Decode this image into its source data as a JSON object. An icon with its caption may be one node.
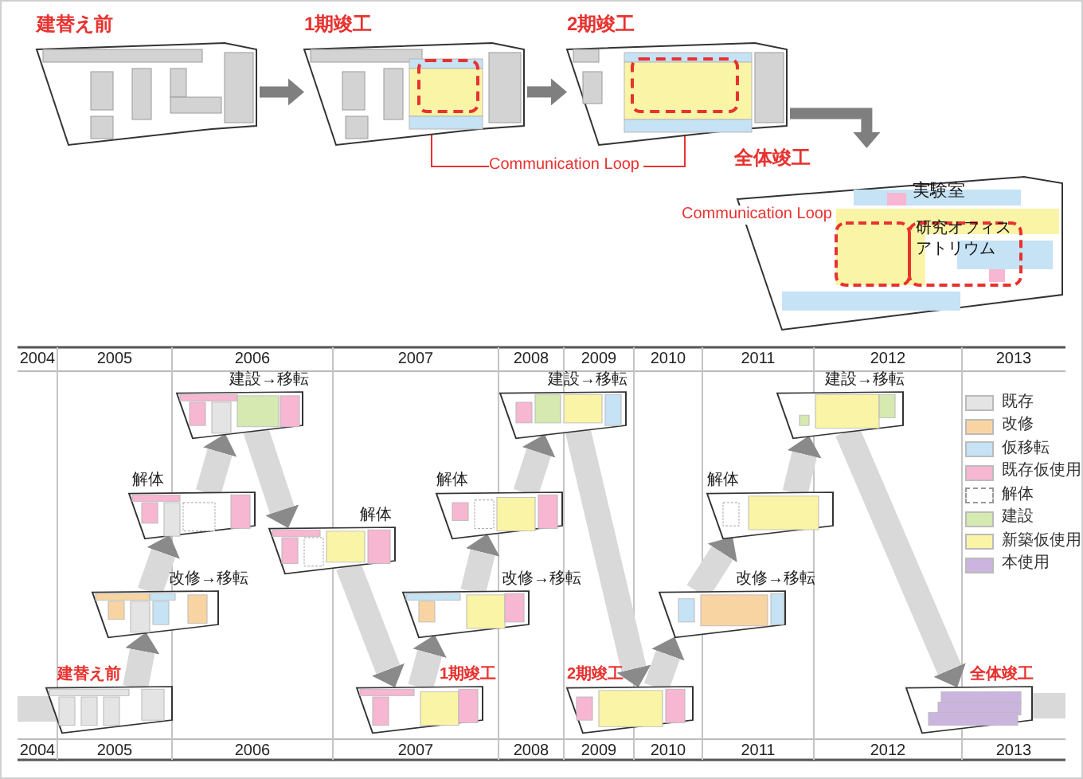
{
  "diagram": {
    "nodes": [
      {
        "text": [
          "建替え前"
        ]
      },
      {
        "text": [
          "1期竣工"
        ]
      },
      {
        "text": [],
        "shape": "box",
        "in": 1
      },
      {
        "text": [
          "2期竣工"
        ]
      },
      {
        "text": [],
        "shape": "box",
        "in": 3
      },
      {
        "text": [
          "Communication Loop"
        ]
      },
      {
        "text": [
          "全体竣工"
        ]
      },
      {
        "text": [
          "建設→移転"
        ]
      },
      {
        "text": [
          "解体"
        ]
      },
      {
        "text": [
          "改修→移転"
        ]
      },
      {
        "text": [
          "建替え前"
        ]
      },
      {
        "text": [
          "解体"
        ]
      },
      {
        "text": [
          "解体"
        ]
      },
      {
        "text": [
          "改修→移転"
        ]
      },
      {
        "text": [
          "1期竣工"
        ]
      },
      {
        "text": [
          "建設→移転"
        ]
      },
      {
        "text": [
          "2期竣工"
        ]
      },
      {
        "text": [
          "解体"
        ]
      },
      {
        "text": [
          "改修→移転"
        ]
      },
      {
        "text": [
          "建設→移転"
        ]
      },
      {
        "text": [
          "全体竣工"
        ]
      }
    ],
    "edges": [
      {
        "from": 0,
        "to": 1,
        "arrow": "to",
        "color": "#7f7f7f"
      },
      {
        "from": 1,
        "to": 3,
        "arrow": "to",
        "color": "#7f7f7f"
      },
      {
        "from": 3,
        "to": 6,
        "arrow": "to",
        "color": "#7f7f7f"
      },
      {
        "from": 5,
        "to": 2,
        "arrow": "none",
        "color": "#e8322f"
      },
      {
        "from": 5,
        "to": 4,
        "arrow": "none",
        "color": "#e8322f"
      },
      {
        "from": 10,
        "to": 9,
        "arrow": "to"
      },
      {
        "from": 9,
        "to": 8,
        "arrow": "to"
      },
      {
        "from": 8,
        "to": 7,
        "arrow": "to"
      },
      {
        "from": 7,
        "to": 11,
        "arrow": "to"
      },
      {
        "from": 11,
        "to": 14,
        "arrow": "to"
      },
      {
        "from": 14,
        "to": 13,
        "arrow": "to"
      },
      {
        "from": 13,
        "to": 12,
        "arrow": "to"
      },
      {
        "from": 12,
        "to": 15,
        "arrow": "to"
      },
      {
        "from": 15,
        "to": 16,
        "arrow": "to"
      },
      {
        "from": 16,
        "to": 18,
        "arrow": "to"
      },
      {
        "from": 18,
        "to": 17,
        "arrow": "to"
      },
      {
        "from": 17,
        "to": 19,
        "arrow": "to"
      },
      {
        "from": 19,
        "to": 20,
        "arrow": "to"
      }
    ],
    "labels": [
      "Communication Loop",
      "実験室",
      "研究オフィス",
      "アトリウム",
      "2004",
      "2005",
      "2006",
      "2007",
      "2008",
      "2009",
      "2010",
      "2011",
      "2012",
      "2013",
      "2004",
      "2005",
      "2006",
      "2007",
      "2008",
      "2009",
      "2010",
      "2011",
      "2012",
      "2013"
    ],
    "legend": [
      {
        "text": "既存",
        "color": "#e4e4e4"
      },
      {
        "text": "改修",
        "color": "#f9d4a3"
      },
      {
        "text": "仮移転",
        "color": "#c6e2f5"
      },
      {
        "text": "既存仮使用",
        "color": "#f7b6d2"
      },
      {
        "text": "解体"
      },
      {
        "text": "建設",
        "color": "#d5e9b0"
      },
      {
        "text": "新築仮使用",
        "color": "#faf4a6"
      },
      {
        "text": "本使用",
        "color": "#cbb5de"
      }
    ]
  }
}
